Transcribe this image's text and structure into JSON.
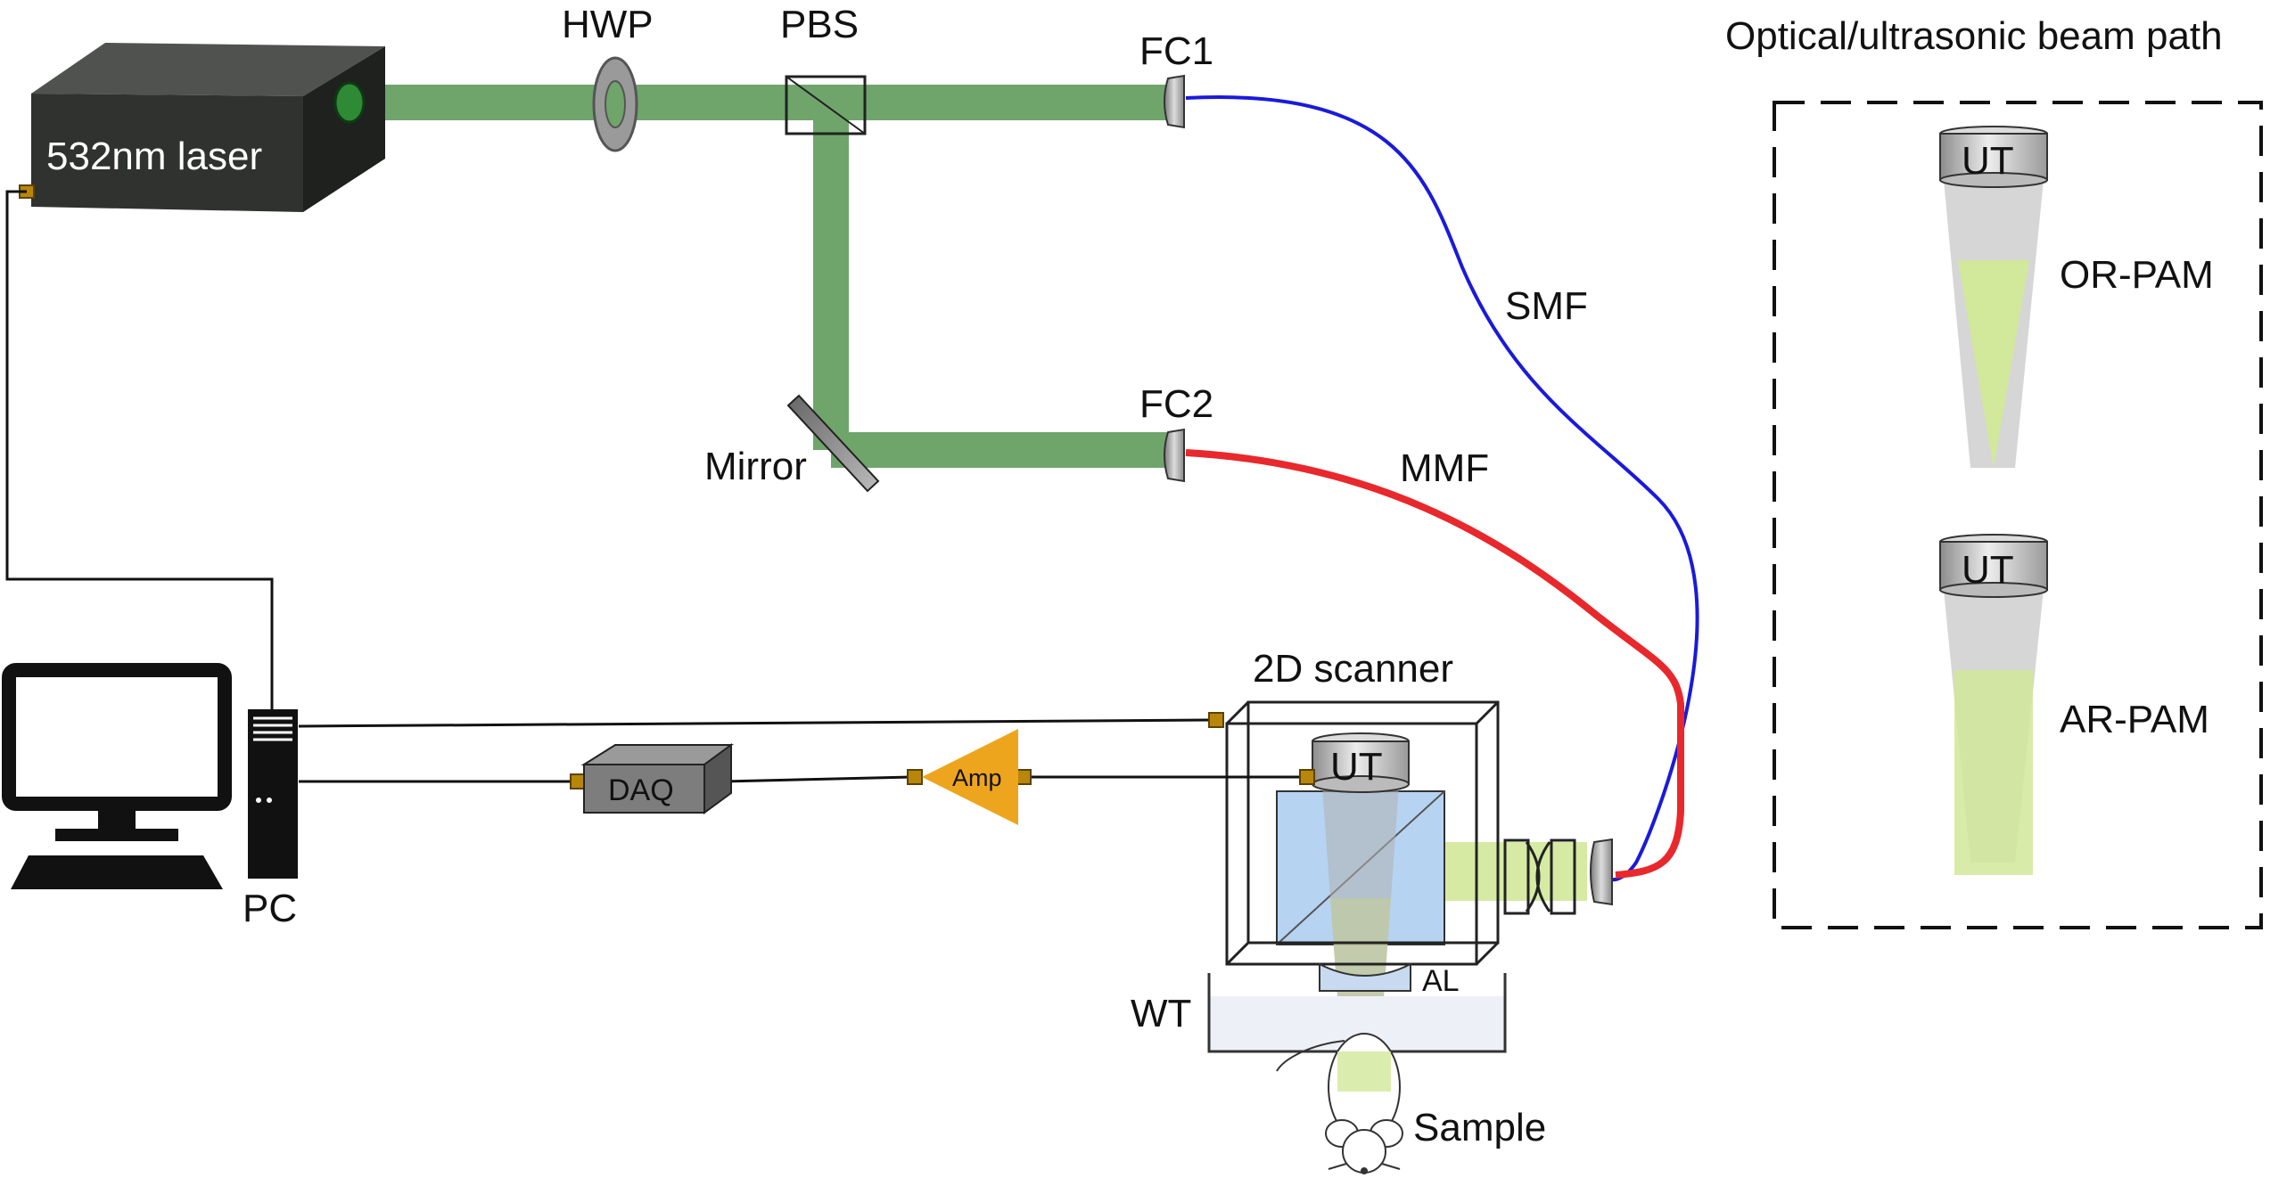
{
  "labels": {
    "laser": "532nm laser",
    "hwp": "HWP",
    "pbs": "PBS",
    "fc1": "FC1",
    "fc2": "FC2",
    "mirror": "Mirror",
    "smf": "SMF",
    "mmf": "MMF",
    "scanner": "2D scanner",
    "ut": "UT",
    "daq": "DAQ",
    "amp": "Amp",
    "pc": "PC",
    "al": "AL",
    "wt": "WT",
    "sample": "Sample"
  },
  "inset": {
    "title": "Optical/ultrasonic beam path",
    "or_ut": "UT",
    "or_label": "OR-PAM",
    "ar_ut": "UT",
    "ar_label": "AR-PAM"
  },
  "colors": {
    "beam": "#6fa56b",
    "beam_light": "#d2e89a",
    "smf_fiber": "#1a1adc",
    "mmf_fiber": "#e8282c",
    "laser_box": "#2b2d2b",
    "amp": "#eda51e",
    "prism": "#b7d3f2",
    "connector": "#b8860b"
  }
}
